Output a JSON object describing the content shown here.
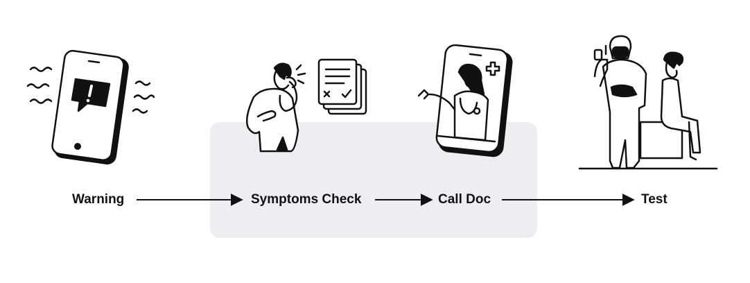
{
  "flow": {
    "steps": [
      {
        "label": "Warning",
        "icon": "vibrating-phone-alert-icon"
      },
      {
        "label": "Symptoms Check",
        "icon": "coughing-person-checklist-icon"
      },
      {
        "label": "Call Doc",
        "icon": "doctor-video-call-icon"
      },
      {
        "label": "Test",
        "icon": "hazmat-tester-patient-icon"
      }
    ],
    "highlight_color": "#eeedf1",
    "line_color": "#111111"
  }
}
